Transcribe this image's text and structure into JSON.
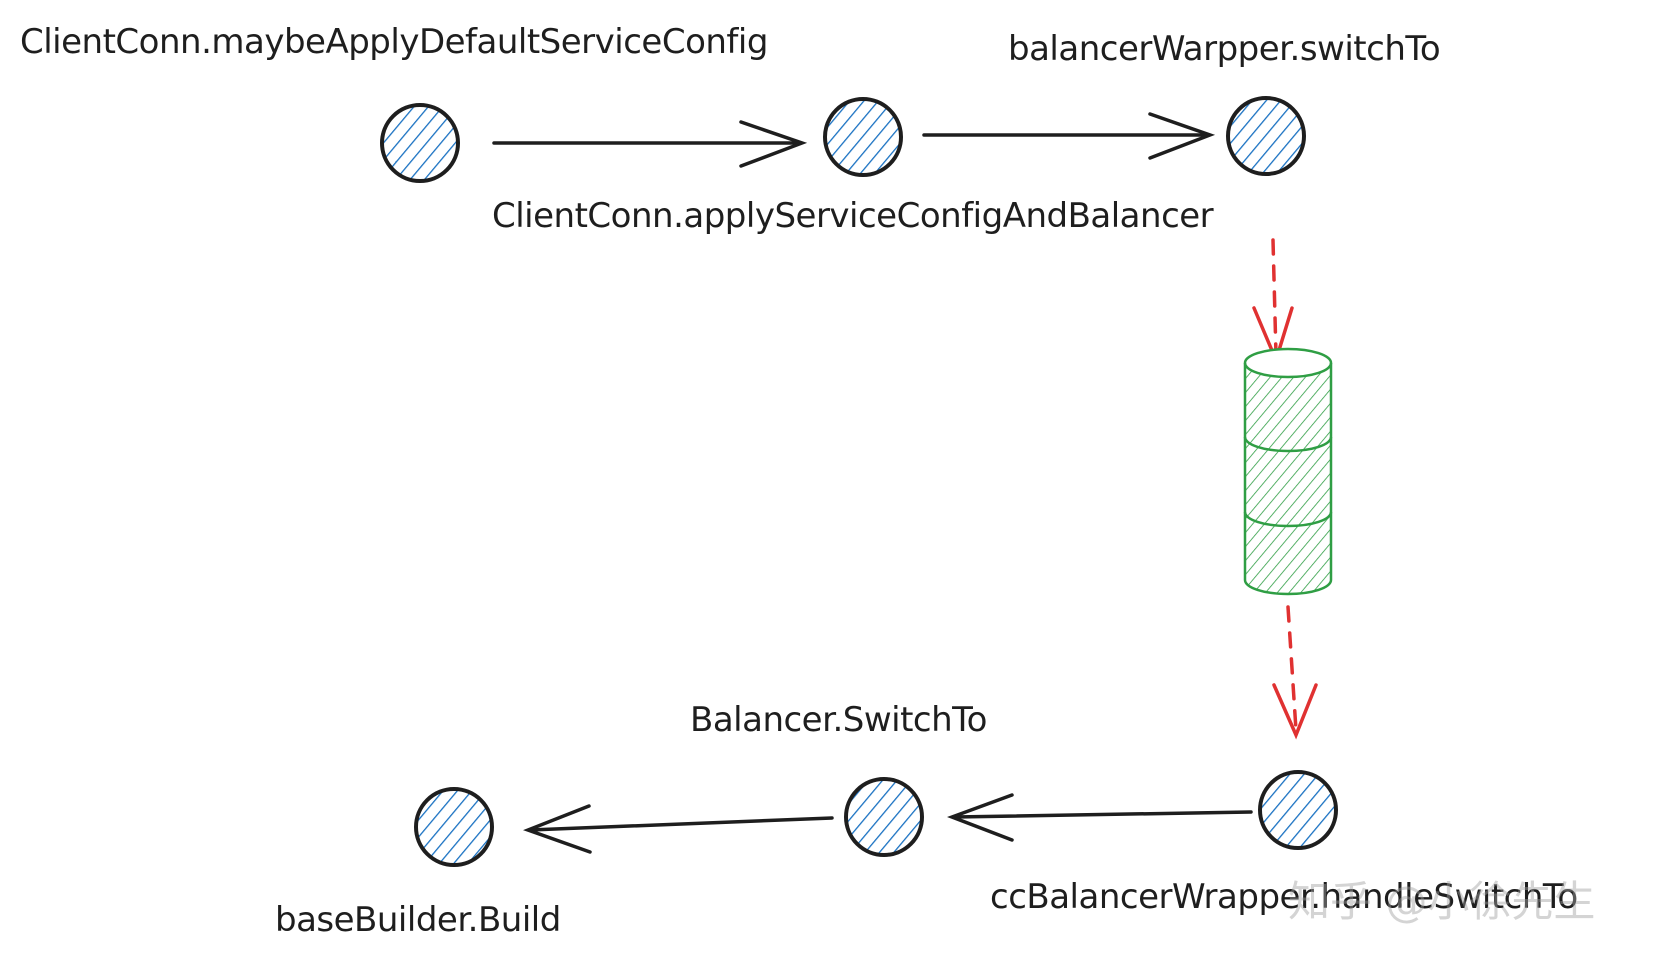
{
  "nodes": [
    {
      "id": "n1",
      "label": "ClientConn.maybeApplyDefaultServiceConfig"
    },
    {
      "id": "n2",
      "label": "ClientConn.applyServiceConfigAndBalancer"
    },
    {
      "id": "n3",
      "label": "balancerWarpper.switchTo"
    },
    {
      "id": "n4",
      "label": "ccBalancerWrapper.handleSwitchTo"
    },
    {
      "id": "n5",
      "label": "Balancer.SwitchTo"
    },
    {
      "id": "n6",
      "label": "baseBuilder.Build"
    }
  ],
  "edges": [
    {
      "from": "n1",
      "to": "n2",
      "style": "solid"
    },
    {
      "from": "n2",
      "to": "n3",
      "style": "solid"
    },
    {
      "from": "n3",
      "to": "queue",
      "style": "dashed"
    },
    {
      "from": "queue",
      "to": "n4",
      "style": "dashed"
    },
    {
      "from": "n4",
      "to": "n5",
      "style": "solid"
    },
    {
      "from": "n5",
      "to": "n6",
      "style": "solid"
    }
  ],
  "watermark": "知乎 @小徐先生",
  "colors": {
    "stroke": "#1e1e1e",
    "node_fill": "#1971c2",
    "queue": "#2f9e44",
    "dashed_arrow": "#e03131"
  }
}
